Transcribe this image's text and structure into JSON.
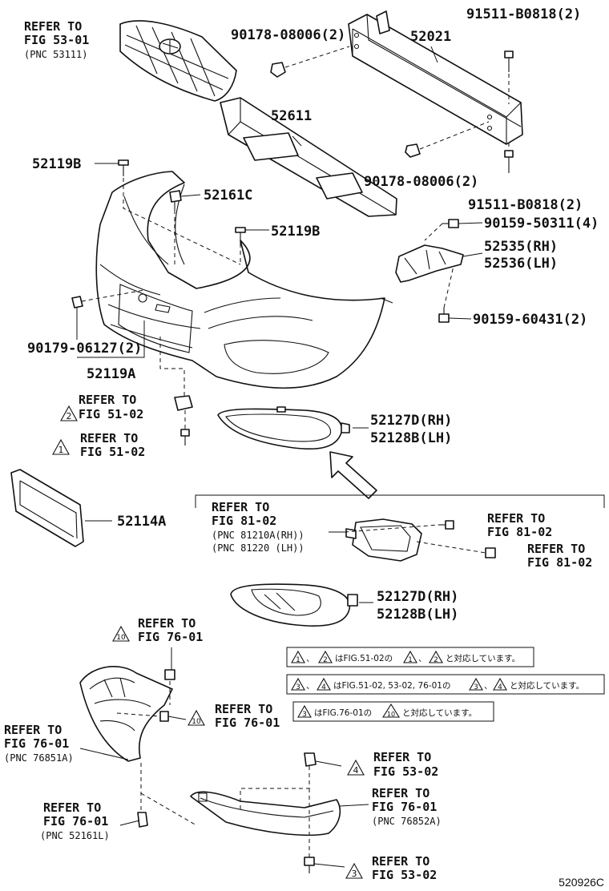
{
  "diagram_id": "520926C",
  "callouts": {
    "grille_ref": [
      "REFER TO",
      "FIG 53-01",
      "(PNC 53111)"
    ],
    "nut_top": "90178-08006(2)",
    "reinforcement": "52021",
    "bolt_top": "91511-B0818(2)",
    "absorber": "52611",
    "nut_mid": "90178-08006(2)",
    "bolt_mid": "91511-B0818(2)",
    "screw_left": "52119B",
    "clip_upper": "52161C",
    "screw_center": "52119B",
    "screw_right": "90159-50311(4)",
    "retainer_rh": "52535(RH)",
    "retainer_lh": "52536(LH)",
    "screw_lower_right": "90159-60431(2)",
    "clip_left": "90179-06127(2)",
    "bumper_cover": "52119A",
    "ref2": [
      "REFER TO",
      "FIG 51-02"
    ],
    "ref1": [
      "REFER TO",
      "FIG 51-02"
    ],
    "bezel_upper_rh": "52127D(RH)",
    "bezel_upper_lh": "52128B(LH)",
    "plate_bracket": "52114A",
    "fog_ref": [
      "REFER TO",
      "FIG 81-02",
      "(PNC 81210A(RH))",
      "(PNC 81220  (LH))"
    ],
    "fog_screw_ref": [
      "REFER TO",
      "FIG 81-02"
    ],
    "fog_nut_ref": [
      "REFER TO",
      "FIG 81-02"
    ],
    "bezel_lower_rh": "52127D(RH)",
    "bezel_lower_lh": "52128B(LH)",
    "ref10_top": [
      "REFER TO",
      "FIG 76-01"
    ],
    "ref10_mid": [
      "REFER TO",
      "FIG 76-01"
    ],
    "spoiler_left_ref": [
      "REFER TO",
      "FIG 76-01",
      "(PNC 76851A)"
    ],
    "ref4": [
      "REFER TO",
      "FIG 53-02"
    ],
    "spoiler_right_ref": [
      "REFER TO",
      "FIG 76-01",
      "(PNC 76852A)"
    ],
    "clip_bottom_ref": [
      "REFER TO",
      "FIG 76-01",
      "(PNC 52161L)"
    ],
    "ref3": [
      "REFER TO",
      "FIG 53-02"
    ]
  },
  "triangle_numbers": {
    "t2": "2",
    "t1": "1",
    "t10a": "10",
    "t10b": "10",
    "t4": "4",
    "t3": "3"
  },
  "notes": {
    "note1": {
      "a": "1",
      "b": "2",
      "text1": "はFIG.51-02の",
      "c": "1",
      "d": "2",
      "text2": "と対応しています。",
      "sep": "、"
    },
    "note2": {
      "a": "3",
      "b": "4",
      "text1": "はFIG.51-02, 53-02, 76-01の",
      "c": "3",
      "d": "4",
      "text2": "と対応しています。",
      "sep": "、"
    },
    "note3": {
      "a": "3",
      "text1": "はFIG.76-01の",
      "c": "10",
      "text2": "と対応しています。"
    }
  }
}
